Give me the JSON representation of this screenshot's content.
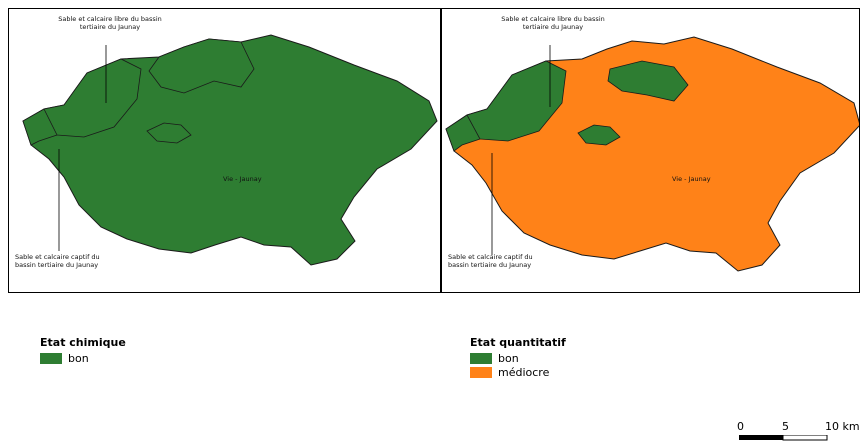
{
  "maps": [
    {
      "id": "chimique",
      "labels": {
        "top": "Sable et calcaire libre du bassin tertiaire du Jaunay",
        "center": "Vie - Jaunay",
        "bottom": "Sable et calcaire captif du bassin tertiaire du Jaunay"
      },
      "main_fill": "#2e7d32"
    },
    {
      "id": "quantitatif",
      "labels": {
        "top": "Sable et calcaire libre du bassin tertiaire du Jaunay",
        "center": "Vie - Jaunay",
        "bottom": "Sable et calcaire captif du bassin tertiaire du Jaunay"
      },
      "main_fill": "#ff8218"
    }
  ],
  "legends": {
    "chimique": {
      "title": "Etat chimique",
      "items": [
        {
          "label": "bon",
          "color": "#2e7d32"
        }
      ]
    },
    "quantitatif": {
      "title": "Etat quantitatif",
      "items": [
        {
          "label": "bon",
          "color": "#2e7d32"
        },
        {
          "label": "médiocre",
          "color": "#ff8218"
        }
      ]
    }
  },
  "scalebar": {
    "ticks": [
      "0",
      "5",
      "10 km"
    ]
  },
  "colors": {
    "green": "#2e7d32",
    "orange": "#ff8218",
    "outline": "#1a1a1a"
  }
}
